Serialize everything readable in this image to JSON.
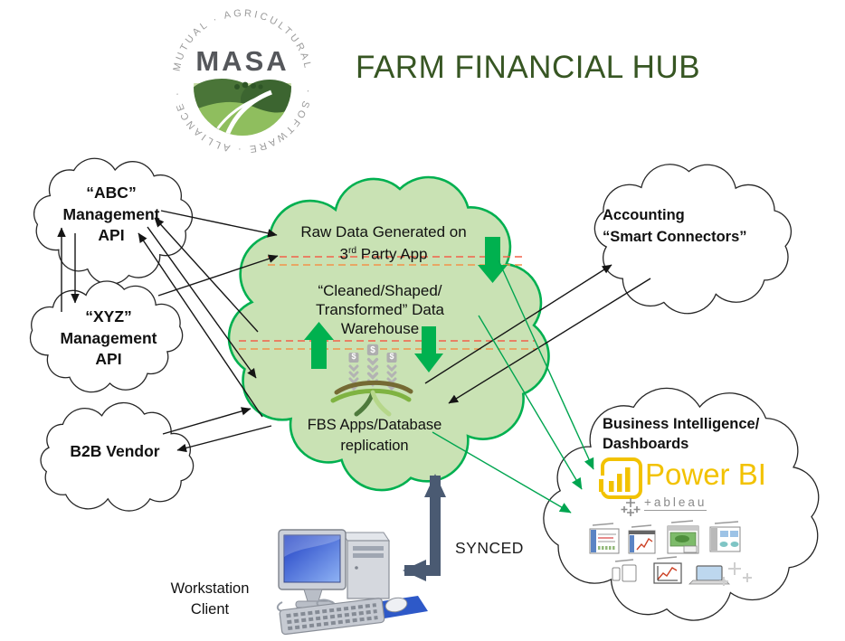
{
  "page": {
    "title": "FARM FINANCIAL HUB"
  },
  "logo": {
    "acronym": "MASA",
    "arc_top": "MUTUAL · AGRICULTURAL",
    "arc_bottom": "· SOFTWARE · ALLIANCE ·"
  },
  "clouds": {
    "abc": {
      "line1": "“ABC”",
      "line2": "Management",
      "line3": "API"
    },
    "xyz": {
      "line1": "“XYZ”",
      "line2": "Management",
      "line3": "API"
    },
    "b2b": {
      "label": "B2B Vendor"
    },
    "accounting": {
      "line1": "Accounting",
      "line2": "“Smart Connectors”"
    },
    "bi": {
      "line1": "Business Intelligence/",
      "line2": "Dashboards"
    },
    "hub": {
      "raw1": "Raw Data Generated on",
      "raw2_a": "3",
      "raw2_sup": "rd",
      "raw2_b": " Party App",
      "wh1": "“Cleaned/Shaped/",
      "wh2": "Transformed” Data",
      "wh3": "Warehouse",
      "fbs1": "FBS Apps/Database",
      "fbs2": "replication"
    }
  },
  "logos": {
    "powerbi": "Power BI",
    "tableau": "+ableau",
    "fbs_dollar": "$"
  },
  "workstation": {
    "line1": "Workstation",
    "line2": "Client"
  },
  "synced": "SYNCED",
  "colors": {
    "title_green": "#375623",
    "hub_fill": "#C9E2B4",
    "hub_stroke": "#00B050",
    "accent_green": "#00A550",
    "dashed_red": "#F2614A",
    "dashed_orange": "#F2914A",
    "slate_arrow": "#4A5A72",
    "powerbi_yellow": "#F2C200"
  }
}
